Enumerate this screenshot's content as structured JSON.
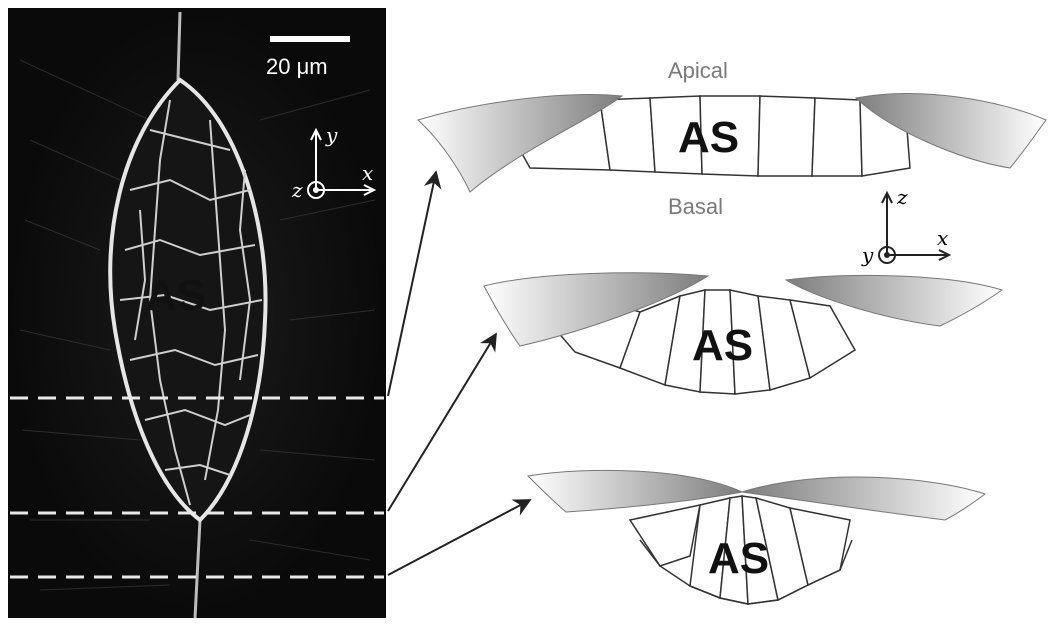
{
  "micrograph": {
    "scale_bar_label": "20 μm",
    "region_label": "AS",
    "axes": {
      "x": "x",
      "y": "y",
      "z": "z"
    }
  },
  "schematics": {
    "apical_label": "Apical",
    "basal_label": "Basal",
    "axes": {
      "x": "x",
      "y": "y",
      "z": "z"
    },
    "panels": [
      {
        "label": "AS"
      },
      {
        "label": "AS"
      },
      {
        "label": "AS"
      }
    ]
  }
}
